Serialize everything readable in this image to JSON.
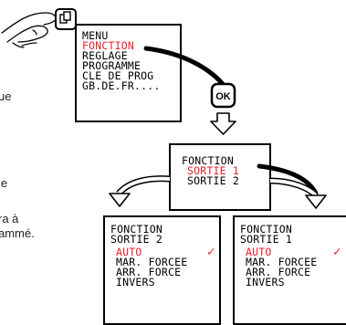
{
  "colors": {
    "highlight": "#e8202a",
    "ink": "#000000"
  },
  "side_text": {
    "line1": "ue",
    "line2": "le",
    "line3": "ra à",
    "line4": "ammé."
  },
  "ok_button": {
    "label": "OK",
    "icon": "ok-key-icon"
  },
  "menu_screen": {
    "items": [
      {
        "label": "MENU",
        "selected": false
      },
      {
        "label": "FONCTION",
        "selected": true
      },
      {
        "label": "REGLAGE",
        "selected": false
      },
      {
        "label": "PROGRAMME",
        "selected": false
      },
      {
        "label": "CLE DE PROG",
        "selected": false
      },
      {
        "label": "GB.DE.FR....",
        "selected": false
      }
    ]
  },
  "fonction_screen": {
    "title": "FONCTION",
    "items": [
      {
        "label": "SORTIE 1",
        "selected": true
      },
      {
        "label": "SORTIE 2",
        "selected": false
      }
    ]
  },
  "sortie2_screen": {
    "title": "FONCTION",
    "subtitle": "SORTIE 2",
    "items": [
      {
        "label": "AUTO",
        "selected": true
      },
      {
        "label": "MAR. FORCEE",
        "selected": false
      },
      {
        "label": "ARR. FORCE",
        "selected": false
      },
      {
        "label": "INVERS",
        "selected": false
      }
    ],
    "check": "✓"
  },
  "sortie1_screen": {
    "title": "FONCTION",
    "subtitle": "SORTIE 1",
    "items": [
      {
        "label": "AUTO",
        "selected": true
      },
      {
        "label": "MAR. FORCEE",
        "selected": false
      },
      {
        "label": "ARR. FORCE",
        "selected": false
      },
      {
        "label": "INVERS",
        "selected": false
      }
    ],
    "check": "✓"
  }
}
